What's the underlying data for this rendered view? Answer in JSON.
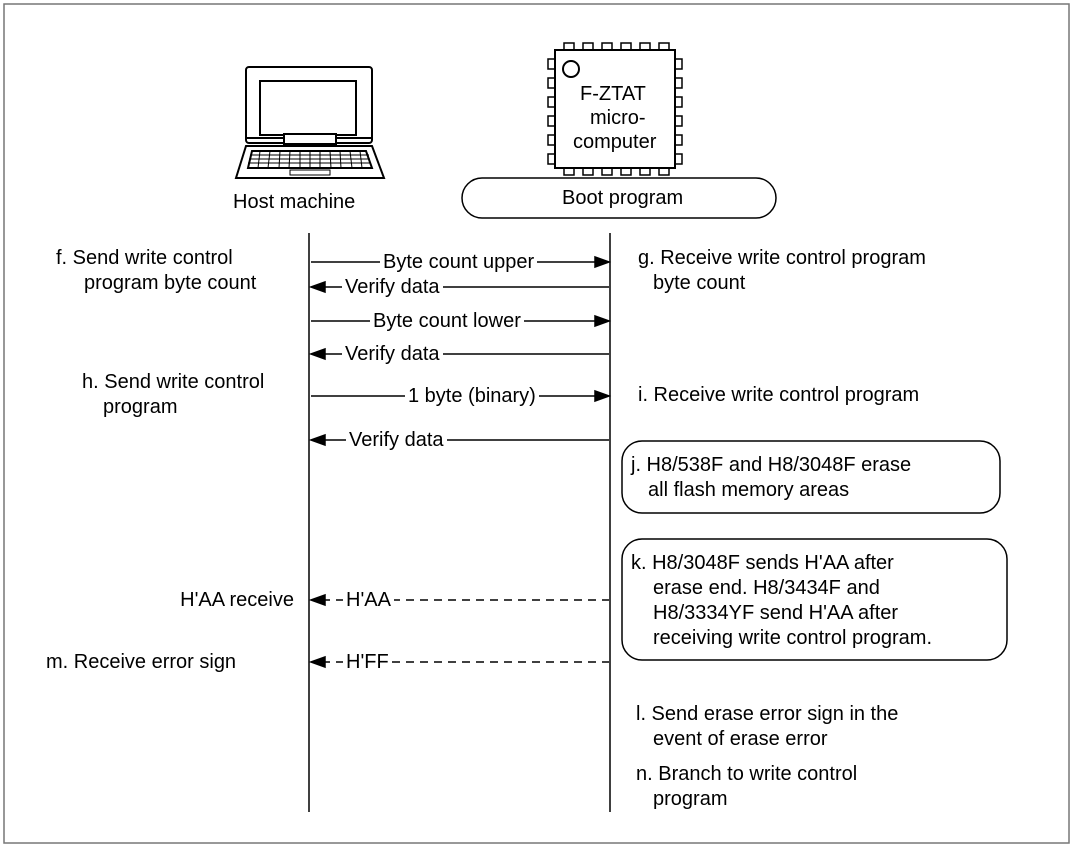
{
  "header": {
    "host_label": "Host machine",
    "chip_label_lines": [
      "F-ZTAT",
      "micro-",
      "computer"
    ],
    "boot_label": "Boot program"
  },
  "host_steps": {
    "f_line1": "f. Send write control",
    "f_line2": "program byte count",
    "h_line1": "h. Send write control",
    "h_line2": "program",
    "aa_receive": "H'AA receive",
    "m": "m. Receive error sign"
  },
  "boot_steps": {
    "g_line1": "g. Receive write control program",
    "g_line2": "byte count",
    "i": "i. Receive write control program",
    "j_line1": "j. H8/538F and H8/3048F erase",
    "j_line2": "all flash memory areas",
    "k_line1": "k. H8/3048F sends H'AA after",
    "k_line2": "erase end. H8/3434F and",
    "k_line3": "H8/3334YF send H'AA after",
    "k_line4": "receiving write control program.",
    "l_line1": "l.  Send erase error sign in the",
    "l_line2": "event of erase error",
    "n_line1": "n. Branch to write control",
    "n_line2": "program"
  },
  "messages": {
    "byte_count_upper": "Byte count upper",
    "verify_1": "Verify data",
    "byte_count_lower": "Byte count lower",
    "verify_2": "Verify data",
    "one_byte": "1 byte (binary)",
    "verify_3": "Verify data",
    "haa": "H'AA",
    "hff": "H'FF"
  }
}
